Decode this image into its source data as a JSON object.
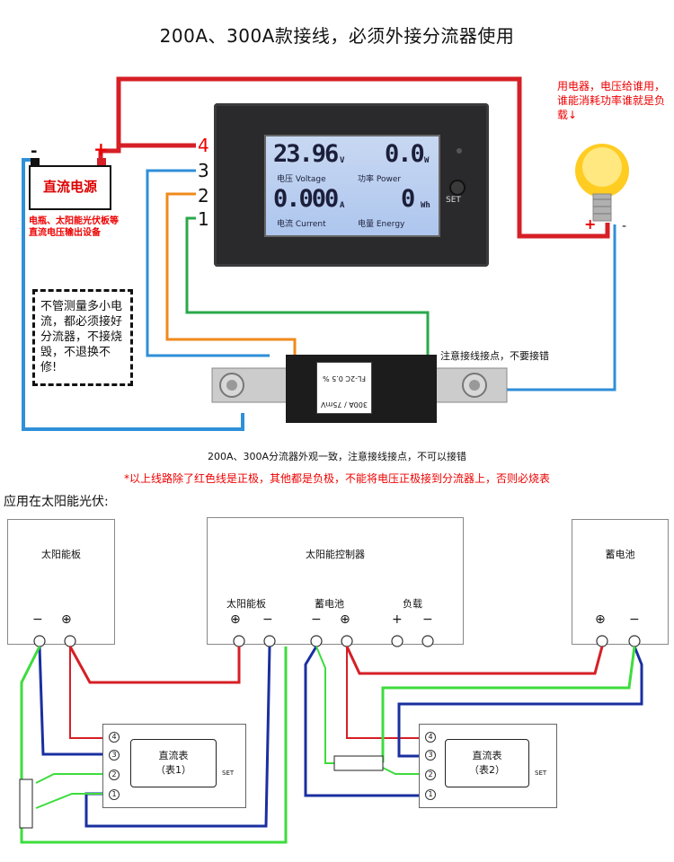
{
  "title": "200A、300A款接线，必须外接分流器使用",
  "meter": {
    "voltage_value": "23.96",
    "voltage_unit": "V",
    "voltage_label": "电压 Voltage",
    "power_value": "0.0",
    "power_unit": "W",
    "power_label": "功率 Power",
    "current_value": "0.000",
    "current_unit": "A",
    "current_label": "电流 Current",
    "energy_value": "0",
    "energy_unit": "Wh",
    "energy_label": "电量 Energy",
    "set_label": "SET",
    "pins": [
      "4",
      "3",
      "2",
      "1"
    ]
  },
  "battery": {
    "label": "直流电源",
    "minus": "-",
    "plus": "+",
    "desc": "电瓶、太阳能光伏板等直流电压输出设备"
  },
  "warning": "不管测量多小电流，都必须接好分流器，不接烧毁，不退换不修!",
  "lamp": {
    "note": "用电器，电压给谁用，谁能消耗功率谁就是负载↓",
    "plus": "+",
    "minus": "-"
  },
  "shunt": {
    "line1": "300A / 75mV",
    "line2": "FL-2C  0.5 %",
    "note": "注意接线接点，不要接错"
  },
  "caption": "200A、300A分流器外观一致，注意接线接点，不可以接错",
  "caption_red": "*以上线路除了红色线是正极，其他都是负极，不能将电压正极接到分流器上，否则必烧表",
  "solar_section_title": "应用在太阳能光伏:",
  "solar": {
    "panel_title": "太阳能板",
    "controller_title": "太阳能控制器",
    "battery_title": "蓄电池",
    "ctrl_panel_label": "太阳能板",
    "ctrl_battery_label": "蓄电池",
    "ctrl_load_label": "负载",
    "minus": "−",
    "plus_circ": "⊕",
    "plus": "+",
    "meter1_line1": "直流表",
    "meter1_line2": "（表1）",
    "meter2_line1": "直流表",
    "meter2_line2": "（表2）",
    "set": "SET",
    "pin_labels": [
      "4",
      "3",
      "2",
      "1"
    ]
  },
  "colors": {
    "red_wire": "#d61f26",
    "blue_wire": "#2f8fd8",
    "orange_wire": "#f08a1c",
    "green_wire": "#2aa84a",
    "dark_blue_wire": "#1a2fa0",
    "light_green_wire": "#3ddc3d"
  }
}
